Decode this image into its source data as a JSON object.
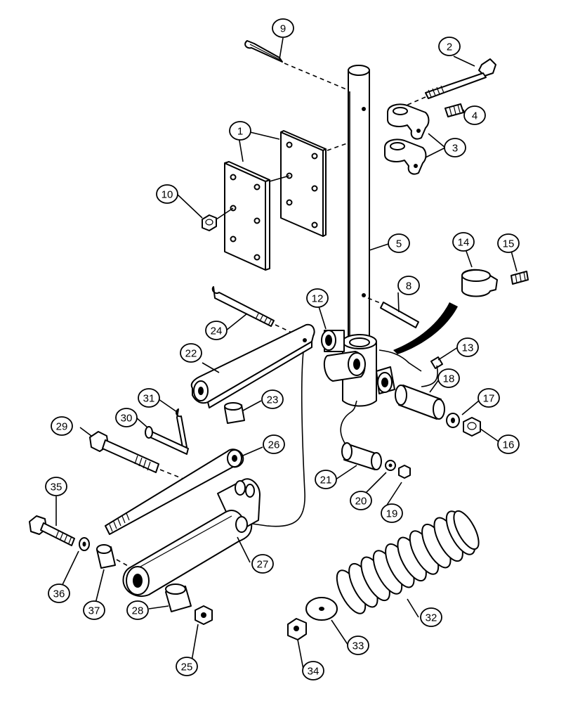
{
  "callouts": [
    {
      "id": "1",
      "label": "1"
    },
    {
      "id": "2",
      "label": "2"
    },
    {
      "id": "3",
      "label": "3"
    },
    {
      "id": "4",
      "label": "4"
    },
    {
      "id": "5",
      "label": "5"
    },
    {
      "id": "8",
      "label": "8"
    },
    {
      "id": "9",
      "label": "9"
    },
    {
      "id": "10",
      "label": "10"
    },
    {
      "id": "12",
      "label": "12"
    },
    {
      "id": "13",
      "label": "13"
    },
    {
      "id": "14",
      "label": "14"
    },
    {
      "id": "15",
      "label": "15"
    },
    {
      "id": "16",
      "label": "16"
    },
    {
      "id": "17",
      "label": "17"
    },
    {
      "id": "18",
      "label": "18"
    },
    {
      "id": "19",
      "label": "19"
    },
    {
      "id": "20",
      "label": "20"
    },
    {
      "id": "21",
      "label": "21"
    },
    {
      "id": "22",
      "label": "22"
    },
    {
      "id": "23",
      "label": "23"
    },
    {
      "id": "24",
      "label": "24"
    },
    {
      "id": "25",
      "label": "25"
    },
    {
      "id": "26",
      "label": "26"
    },
    {
      "id": "27",
      "label": "27"
    },
    {
      "id": "28",
      "label": "28"
    },
    {
      "id": "29",
      "label": "29"
    },
    {
      "id": "30",
      "label": "30"
    },
    {
      "id": "31",
      "label": "31"
    },
    {
      "id": "32",
      "label": "32"
    },
    {
      "id": "33",
      "label": "33"
    },
    {
      "id": "34",
      "label": "34"
    },
    {
      "id": "35",
      "label": "35"
    },
    {
      "id": "36",
      "label": "36"
    },
    {
      "id": "37",
      "label": "37"
    }
  ]
}
